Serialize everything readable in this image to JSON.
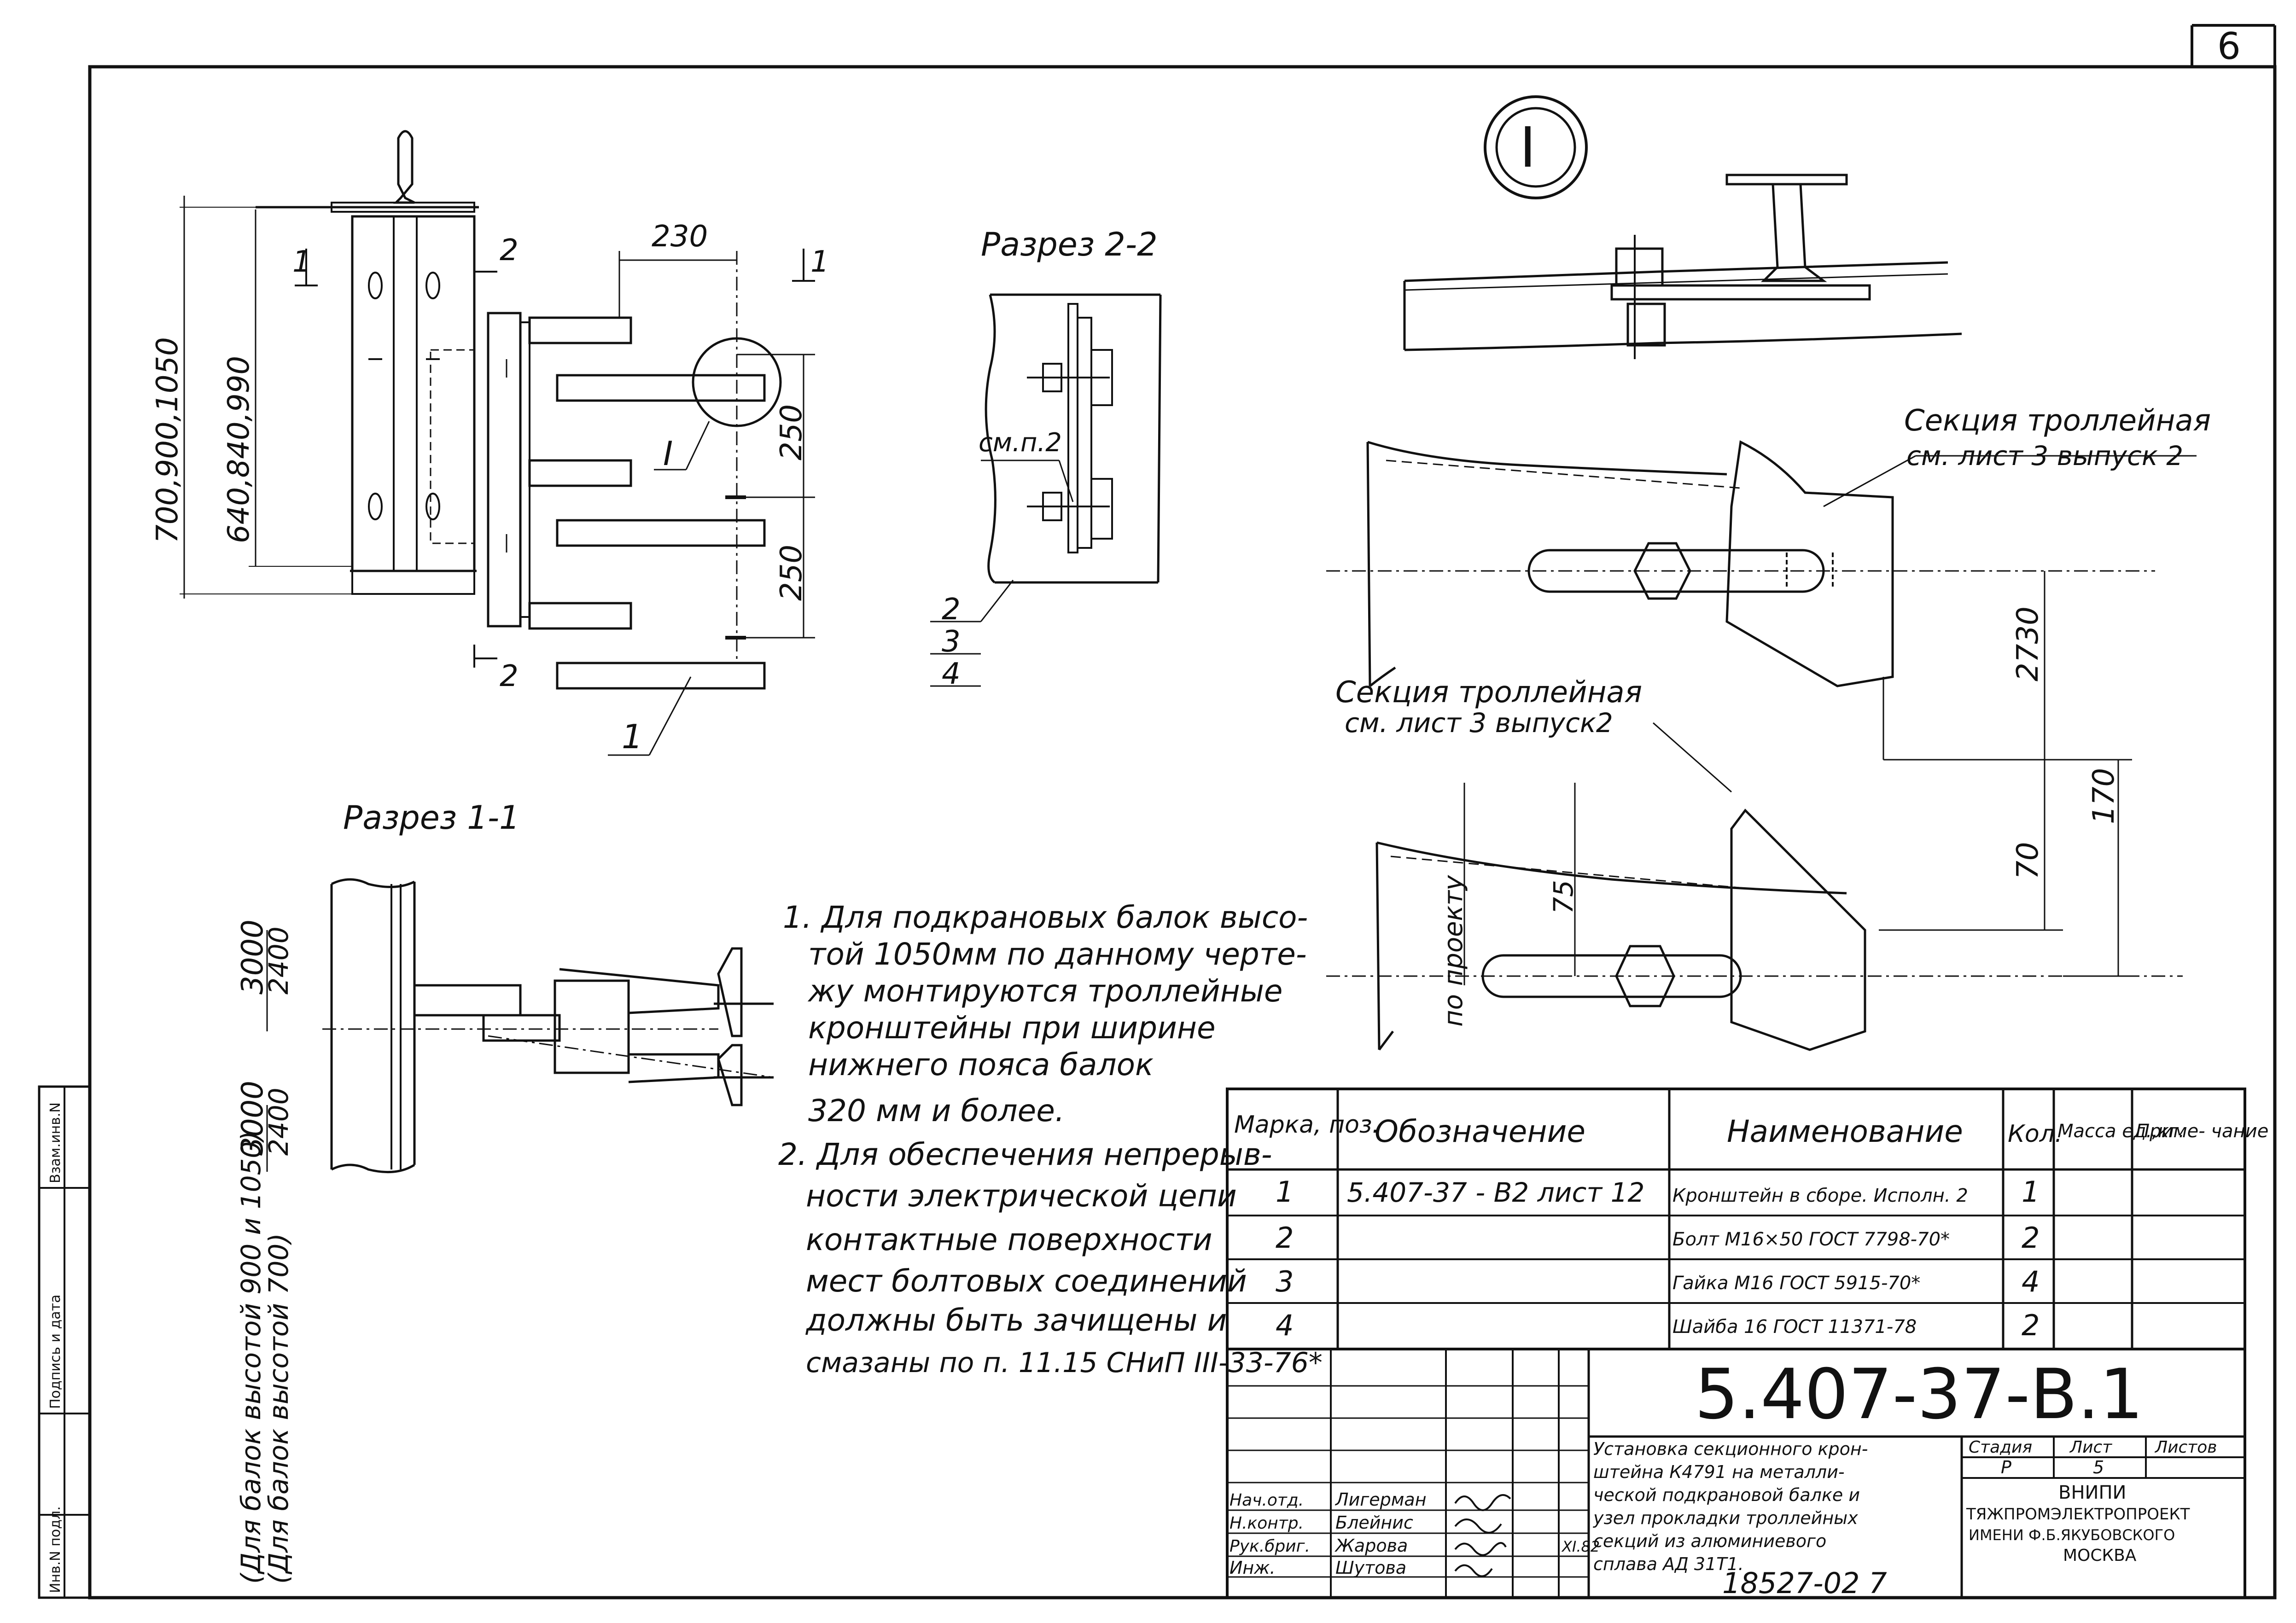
{
  "sheet": {
    "page_number": "6",
    "callout_symbol": "I"
  },
  "views": {
    "view_marker_1": "1",
    "view_marker_2": "2",
    "section_2_title": "Разрез 2-2",
    "section_1_title": "Разрез 1-1",
    "detail_label": "I",
    "see_note_2": "см.п.2",
    "pos_1": "1",
    "pos_2": "2",
    "pos_3": "3",
    "pos_4": "4",
    "trolley_section_1": "Секция троллейная",
    "trolley_section_1_ref": "см. лист 3 выпуск 2",
    "trolley_section_2": "Секция троллейная",
    "trolley_section_2_ref": "см. лист 3 выпуск2",
    "by_design": "по проекту"
  },
  "dimensions": {
    "d230": "230",
    "d250a": "250",
    "d250b": "250",
    "d_outer": "700,900,1050",
    "d_inner": "640,840,990",
    "d2730": "2730",
    "d170": "170",
    "d70": "70",
    "d75": "75",
    "d3000a": "3000",
    "d2400a": "2400",
    "d3000b": "3000",
    "d2400b": "2400",
    "beam_note_1": "(Для балок высотой 900 и 1050)",
    "beam_note_2": "(Для балок высотой 700)"
  },
  "notes": [
    "1. Для подкрановых балок высо-",
    "той 1050мм по данному черте-",
    "жу монтируются троллейные",
    "кронштейны при ширине",
    "нижнего пояса балок",
    "320 мм и более.",
    "2. Для обеспечения непрерыв-",
    "ности электрической цепи",
    "контактные поверхности",
    "мест болтовых соединений",
    "должны быть зачищены и",
    "смазаны по п. 11.15 СНиП III-33-76*"
  ],
  "spec_table": {
    "headers": {
      "mark": "Марка, поз.",
      "designation": "Обозначение",
      "name": "Наименование",
      "qty": "Кол.",
      "mass": "Масса ед.,кг.",
      "note": "Приме- чание"
    },
    "rows": [
      {
        "mark": "1",
        "designation": "5.407-37 - В2 лист 12",
        "name": "Кронштейн в сборе. Исполн. 2",
        "qty": "1"
      },
      {
        "mark": "2",
        "designation": "",
        "name": "Болт М16×50 ГОСТ 7798-70*",
        "qty": "2"
      },
      {
        "mark": "3",
        "designation": "",
        "name": "Гайка М16 ГОСТ 5915-70*",
        "qty": "4"
      },
      {
        "mark": "4",
        "designation": "",
        "name": "Шайба 16 ГОСТ 11371-78",
        "qty": "2"
      }
    ]
  },
  "title_block": {
    "doc_code": "5.407-37-В.1",
    "description_lines": [
      "Установка секционного крон-",
      "штейна К4791 на металли-",
      "ческой подкрановой балке и",
      "узел прокладки троллейных",
      "секций из алюминиевого",
      "сплава АД 31Т1."
    ],
    "stage_label": "Стадия",
    "sheet_label": "Лист",
    "sheets_label": "Листов",
    "stage_value": "Р",
    "sheet_value": "5",
    "sheets_value": "",
    "org_lines": [
      "ВНИПИ",
      "ТЯЖПРОМЭЛЕКТРОПРОЕКТ",
      "ИМЕНИ Ф.Б.ЯКУБОВСКОГО",
      "МОСКВА"
    ],
    "signatures": [
      {
        "role": "Нач.отд.",
        "name": "Лигерман"
      },
      {
        "role": "Н.контр.",
        "name": "Блейнис"
      },
      {
        "role": "Рук.бриг.",
        "name": "Жарова"
      },
      {
        "role": "Инж.",
        "name": "Шутова"
      }
    ],
    "date": "XI.82",
    "archive_number": "18527-02  7"
  },
  "side_stamp": {
    "inv_orig": "Инв.N подл.",
    "sign_date": "Подпись и дата",
    "inv_replace": "Взам.инв.N"
  }
}
